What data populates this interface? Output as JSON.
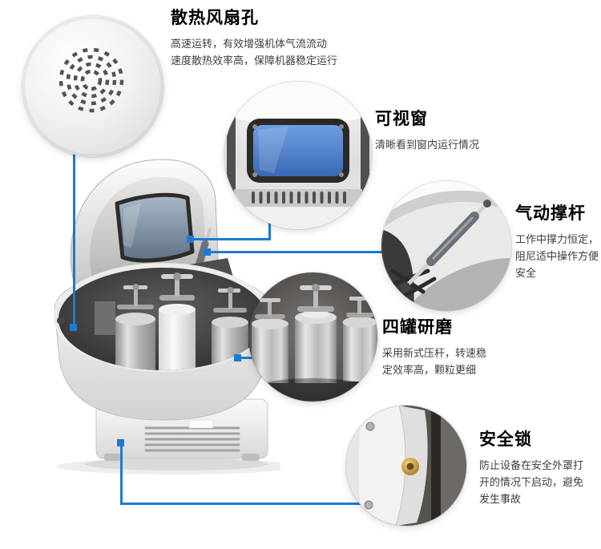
{
  "colors": {
    "accent": "#1d7ad4",
    "window_glass": "#4a82d0",
    "machine_body": "#f2f2f0"
  },
  "callouts": [
    {
      "id": "fan-vent",
      "title": "散热风扇孔",
      "desc": [
        "高速运转，有效增强机体气流流动",
        "速度散热效率高，保障机器稳定运行"
      ]
    },
    {
      "id": "viewing-window",
      "title": "可视窗",
      "desc": [
        "清晰看到窗内运行情况"
      ]
    },
    {
      "id": "gas-strut",
      "title": "气动撑杆",
      "desc": [
        "工作中撑力恒定，",
        "阻尼适中操作方便",
        "安全"
      ]
    },
    {
      "id": "four-jar-grinding",
      "title": "四罐研磨",
      "desc": [
        "采用新式压杆，转速稳",
        "定效率高，颗粒更细"
      ]
    },
    {
      "id": "safety-lock",
      "title": "安全锁",
      "desc": [
        "防止设备在安全外罩打",
        "开的情况下启动，避免",
        "发生事故"
      ]
    }
  ]
}
